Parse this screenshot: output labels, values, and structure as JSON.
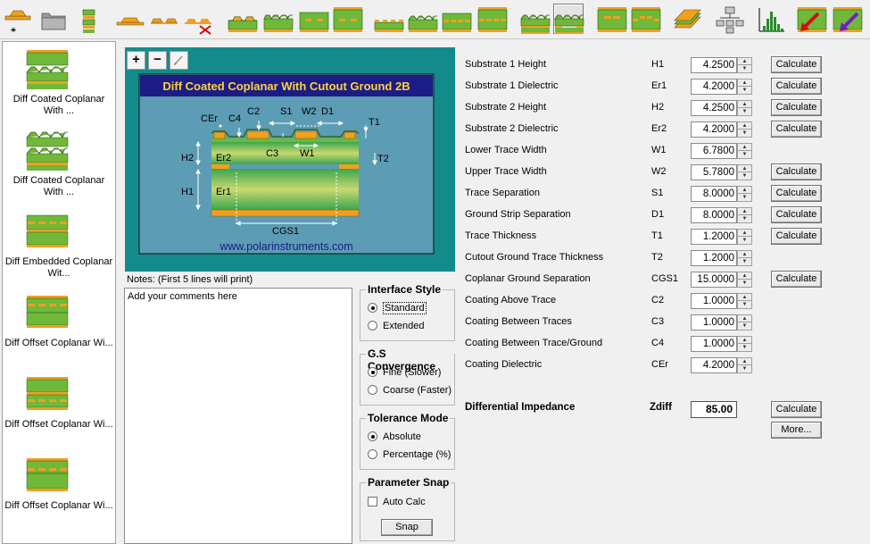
{
  "colors": {
    "panel_teal": "#148b8b",
    "banner_navy": "#1c1c86",
    "banner_text": "#ffd23a",
    "diagram_bg": "#5c9cb4",
    "copper": "#f0a020",
    "substrate_green": "#6fb83a",
    "url_text": "#1c1c86"
  },
  "toolbar": {
    "icons": [
      "structure-symbol-icon",
      "folder-icon",
      "stack-icon",
      "surface-trace-icon",
      "double-trace-icon",
      "trace-no-ground-icon",
      "coated-microstrip-icon",
      "coated-multi-icon",
      "embedded-icon",
      "embedded-coated-icon",
      "coplanar-icon",
      "coplanar-coated-icon",
      "coplanar-embedded-icon",
      "coplanar-ground-icon",
      "diff-coplanar-coated-icon",
      "diff-coplanar-cutout-icon",
      "offset-stripline-icon",
      "offset-stripline-2-icon",
      "broadside-icon",
      "network-icon",
      "histogram-icon",
      "red-arrow-board-icon",
      "purple-arrow-board-icon"
    ]
  },
  "structure_list": [
    {
      "label": "Diff Coated Coplanar With ...",
      "icon": "diff-coated-coplanar-icon"
    },
    {
      "label": "Diff Coated Coplanar With ...",
      "icon": "diff-coated-coplanar-2-icon"
    },
    {
      "label": "Diff Embedded Coplanar Wit...",
      "icon": "diff-embedded-coplanar-icon"
    },
    {
      "label": "Diff Offset Coplanar Wi...",
      "icon": "diff-offset-coplanar-icon"
    },
    {
      "label": "Diff Offset Coplanar Wi...",
      "icon": "diff-offset-coplanar-2-icon"
    },
    {
      "label": "Diff Offset Coplanar Wi...",
      "icon": "diff-offset-coplanar-3-icon"
    }
  ],
  "picture": {
    "zoom_in": "+",
    "zoom_out": "−",
    "title": "Diff Coated Coplanar With Cutout Ground 2B",
    "url": "www.polarinstruments.com",
    "labels": {
      "cer": "CEr",
      "c4": "C4",
      "c2": "C2",
      "s1": "S1",
      "w2": "W2",
      "d1": "D1",
      "t1": "T1",
      "h2": "H2",
      "er2": "Er2",
      "c3": "C3",
      "w1": "W1",
      "t2": "T2",
      "h1": "H1",
      "er1": "Er1",
      "cgs1": "CGS1"
    }
  },
  "notes": {
    "label": "Notes: (First 5 lines will print)",
    "text": "Add your comments here"
  },
  "interface_style": {
    "title": "Interface Style",
    "options": [
      "Standard",
      "Extended"
    ],
    "selected": "Standard"
  },
  "gs_convergence": {
    "title": "G.S Convergence",
    "options": [
      "Fine (Slower)",
      "Coarse (Faster)"
    ],
    "selected": "Fine (Slower)"
  },
  "tolerance_mode": {
    "title": "Tolerance Mode",
    "options": [
      "Absolute",
      "Percentage (%)"
    ],
    "selected": "Absolute"
  },
  "parameter_snap": {
    "title": "Parameter Snap",
    "auto_calc": "Auto Calc",
    "snap_button": "Snap"
  },
  "parameters": [
    {
      "label": "Substrate 1 Height",
      "symbol": "H1",
      "value": "4.2500",
      "calc": "Calculate"
    },
    {
      "label": "Substrate 1 Dielectric",
      "symbol": "Er1",
      "value": "4.2000",
      "calc": "Calculate"
    },
    {
      "label": "Substrate 2 Height",
      "symbol": "H2",
      "value": "4.2500",
      "calc": "Calculate"
    },
    {
      "label": "Substrate 2 Dielectric",
      "symbol": "Er2",
      "value": "4.2000",
      "calc": "Calculate"
    },
    {
      "label": "Lower Trace Width",
      "symbol": "W1",
      "value": "6.7800",
      "calc": ""
    },
    {
      "label": "Upper Trace Width",
      "symbol": "W2",
      "value": "5.7800",
      "calc": "Calculate"
    },
    {
      "label": "Trace Separation",
      "symbol": "S1",
      "value": "8.0000",
      "calc": "Calculate"
    },
    {
      "label": "Ground Strip Separation",
      "symbol": "D1",
      "value": "8.0000",
      "calc": "Calculate"
    },
    {
      "label": "Trace Thickness",
      "symbol": "T1",
      "value": "1.2000",
      "calc": "Calculate"
    },
    {
      "label": "Cutout Ground Trace Thickness",
      "symbol": "T2",
      "value": "1.2000",
      "calc": ""
    },
    {
      "label": "Coplanar Ground Separation",
      "symbol": "CGS1",
      "value": "15.0000",
      "calc": "Calculate"
    },
    {
      "label": "Coating Above Trace",
      "symbol": "C2",
      "value": "1.0000",
      "calc": ""
    },
    {
      "label": "Coating Between Traces",
      "symbol": "C3",
      "value": "1.0000",
      "calc": ""
    },
    {
      "label": "Coating Between Trace/Ground",
      "symbol": "C4",
      "value": "1.0000",
      "calc": ""
    },
    {
      "label": "Coating Dielectric",
      "symbol": "CEr",
      "value": "4.2000",
      "calc": ""
    }
  ],
  "impedance": {
    "label": "Differential Impedance",
    "symbol": "Zdiff",
    "value": "85.00",
    "calc": "Calculate",
    "more": "More..."
  }
}
